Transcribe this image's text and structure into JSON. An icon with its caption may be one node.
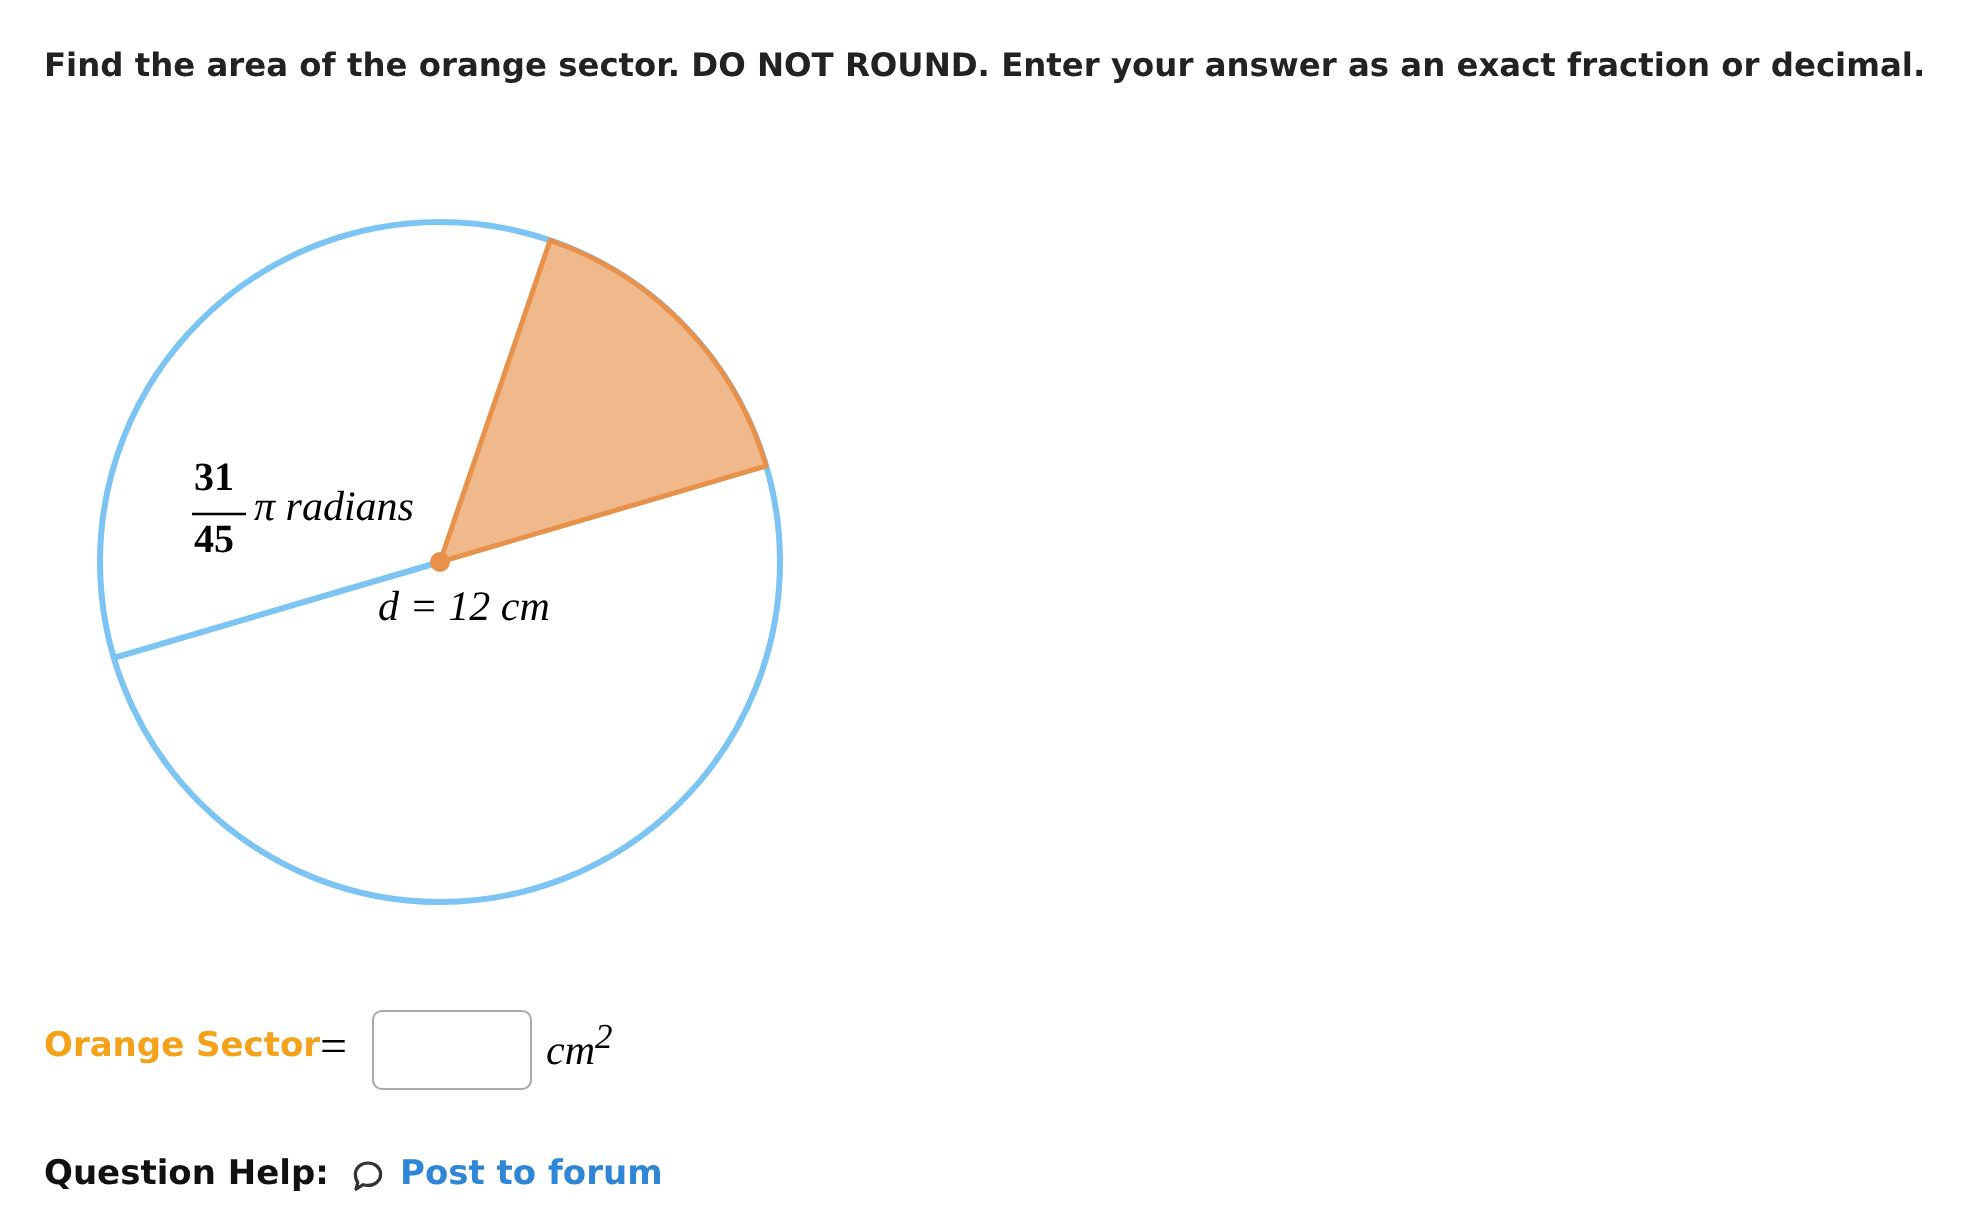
{
  "diagram": {
    "title": "Find the area of the orange sector. DO NOT ROUND. Enter your answer as an exact fraction or decimal.",
    "labels": [
      "31",
      "45",
      "π radians",
      "d = 12 cm",
      "Orange Sector",
      "=",
      "cm$^{2}$",
      "Question Help:",
      "Post to forum"
    ]
  }
}
